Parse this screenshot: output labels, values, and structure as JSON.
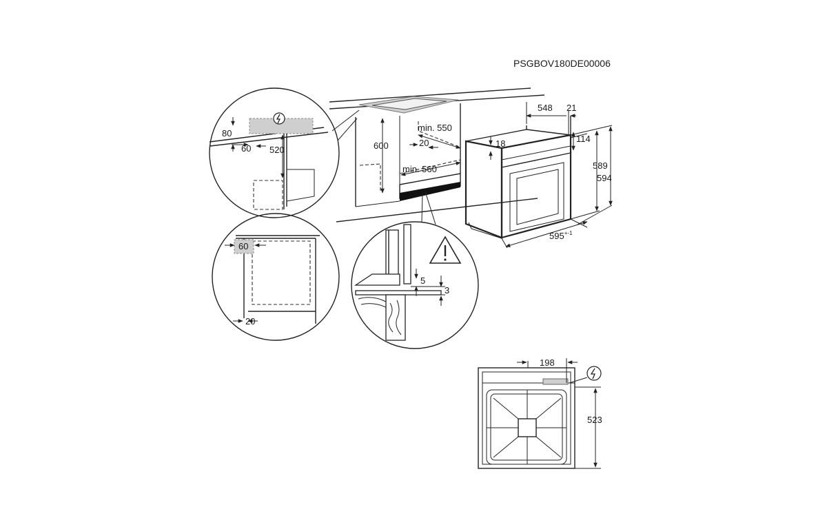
{
  "reference_code": "PSGBOV180DE00006",
  "dimensions": {
    "d80": "80",
    "d60_a": "60",
    "d520": "520",
    "d600": "600",
    "d20_a": "20",
    "min550": "min. 550",
    "min560": "min. 560",
    "d548": "548",
    "d21": "21",
    "d18": "18",
    "d114": "114",
    "d589": "589",
    "d594": "594",
    "d595": "595",
    "d595_tol": "+-1",
    "d60_b": "60",
    "d20_b": "20",
    "d5": "5",
    "d3": "3",
    "d198": "198",
    "d523": "523"
  },
  "icons": [
    "electric-connection-icon",
    "warning-icon"
  ]
}
